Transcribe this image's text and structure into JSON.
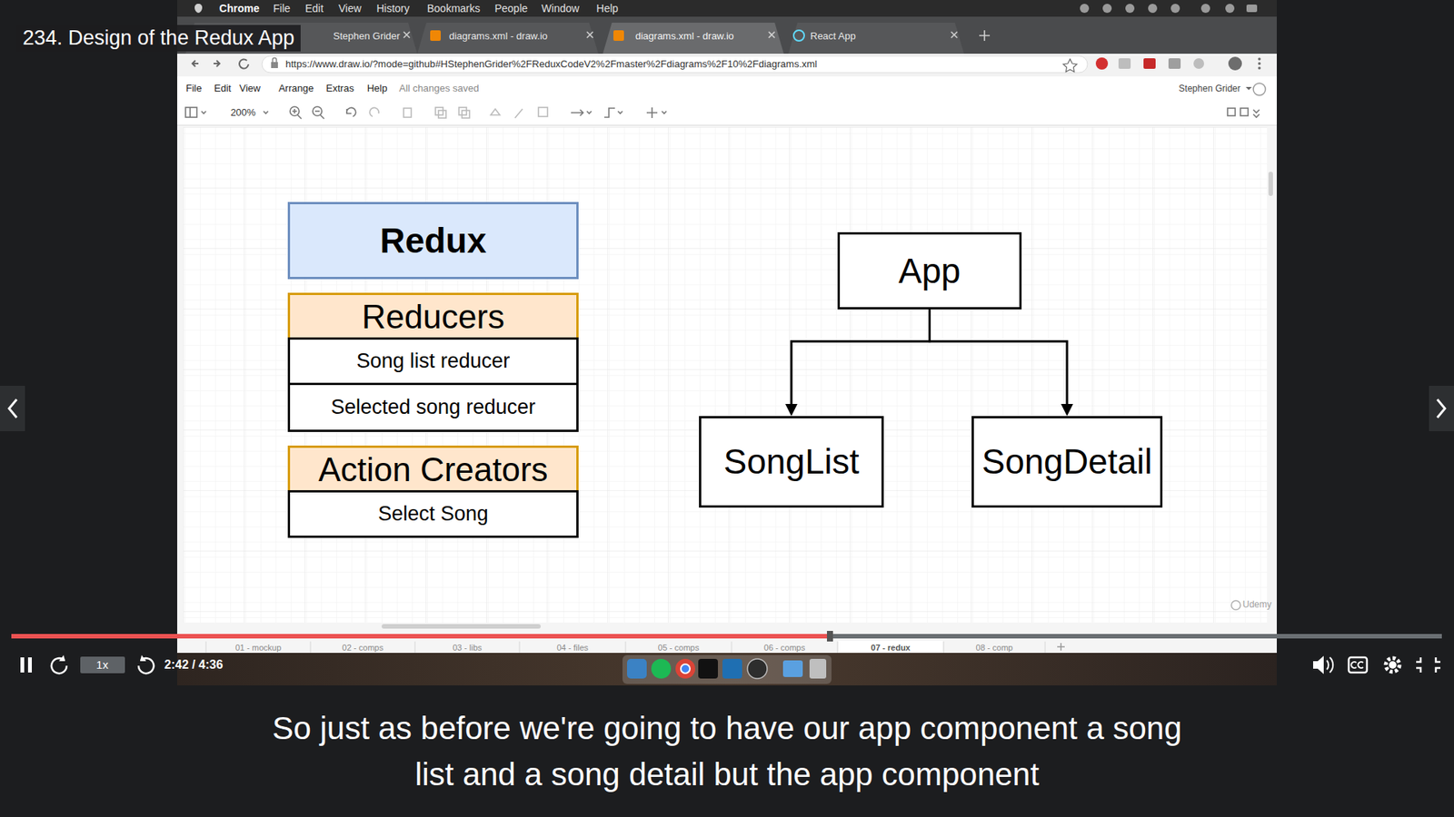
{
  "diagram": {
    "title": "234. Design of the Redux App",
    "caption": "So just as before we're going to have our app component a song list and a song detail but the app component",
    "nodes": [
      {
        "text": [
          "Redux"
        ]
      },
      {
        "text": [
          "Reducers"
        ]
      },
      {
        "text": [
          "Song list reducer"
        ]
      },
      {
        "text": [
          "Selected song reducer"
        ]
      },
      {
        "text": [
          "Action Creators"
        ]
      },
      {
        "text": [
          "Select Song"
        ]
      },
      {
        "text": [
          "App"
        ]
      },
      {
        "text": [
          "SongList"
        ]
      },
      {
        "text": [
          "SongDetail"
        ]
      }
    ],
    "edges": [
      {
        "from": 6,
        "to": 7,
        "arrow": "to"
      },
      {
        "from": 6,
        "to": 8,
        "arrow": "to"
      }
    ],
    "labels": [
      "Chrome",
      "File",
      "Edit",
      "View",
      "History",
      "Bookmarks",
      "People",
      "Window",
      "Help",
      "Stephen Grider",
      "diagrams.xml - draw.io",
      "diagrams.xml - draw.io",
      "React App",
      "https://www.draw.io/?mode=github#HStephenGrider%2FReduxCodeV2%2Fmaster%2Fdiagrams%2F10%2Fdiagrams.xml",
      "File",
      "Edit",
      "View",
      "Arrange",
      "Extras",
      "Help",
      "All changes saved",
      "Stephen Grider",
      "200%",
      "01 - mockup",
      "02 - comps",
      "03 - libs",
      "04 - files",
      "05 - comps",
      "06 - comps",
      "07 - redux",
      "08 - comp",
      "Udemy",
      "1x",
      "2:42 / 4:36"
    ]
  }
}
